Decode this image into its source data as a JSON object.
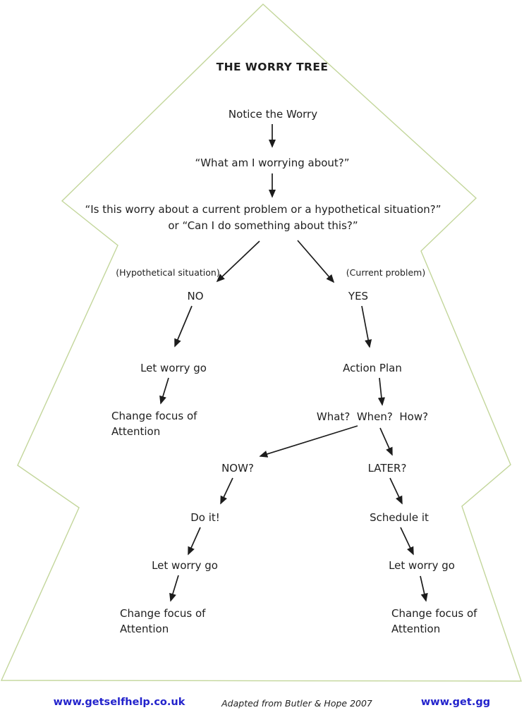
{
  "colors": {
    "outline": "#c3d69b",
    "arrow": "#1c1c1c",
    "text": "#1f1f1f",
    "link": "#2323cc"
  },
  "tree": {
    "title": "THE WORRY TREE",
    "nodes": {
      "notice": "Notice the Worry",
      "question1": "“What am I worrying about?”",
      "question2": "“Is this worry about a current problem or a hypothetical situation?”\nor “Can I do something about this?”",
      "hypothetical_label": "(Hypothetical situation)",
      "current_label": "(Current problem)",
      "no": "NO",
      "yes": "YES",
      "let_worry_go_1": "Let worry go",
      "action_plan": "Action Plan",
      "change_focus_1": "Change focus of\nAttention",
      "what_when_how": "What?  When?  How?",
      "now": "NOW?",
      "later": "LATER?",
      "do_it": "Do it!",
      "schedule_it": "Schedule it",
      "let_worry_go_2": "Let worry go",
      "let_worry_go_3": "Let worry go",
      "change_focus_2": "Change focus of\nAttention",
      "change_focus_3": "Change focus of\nAttention"
    }
  },
  "footer": {
    "left_link": "www.getselfhelp.co.uk",
    "credit": "Adapted from Butler & Hope 2007",
    "right_link": "www.get.gg"
  }
}
